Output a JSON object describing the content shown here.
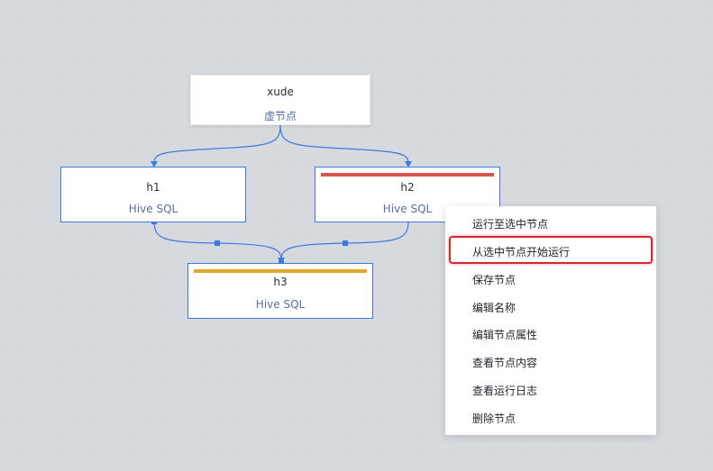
{
  "nodes": {
    "xude": {
      "title": "xude",
      "type": "虚节点"
    },
    "h1": {
      "title": "h1",
      "type": "Hive SQL"
    },
    "h2": {
      "title": "h2",
      "type": "Hive SQL",
      "status_color": "#d9534f"
    },
    "h3": {
      "title": "h3",
      "type": "Hive SQL",
      "status_color": "#e0a82e"
    }
  },
  "context_menu": {
    "items": [
      "运行至选中节点",
      "从选中节点开始运行",
      "保存节点",
      "编辑名称",
      "编辑节点属性",
      "查看节点内容",
      "查看运行日志",
      "删除节点"
    ],
    "highlighted_index": 1
  },
  "colors": {
    "edge": "#3f78e0",
    "highlight": "#d9262c",
    "grid": "#d3d7dd"
  }
}
